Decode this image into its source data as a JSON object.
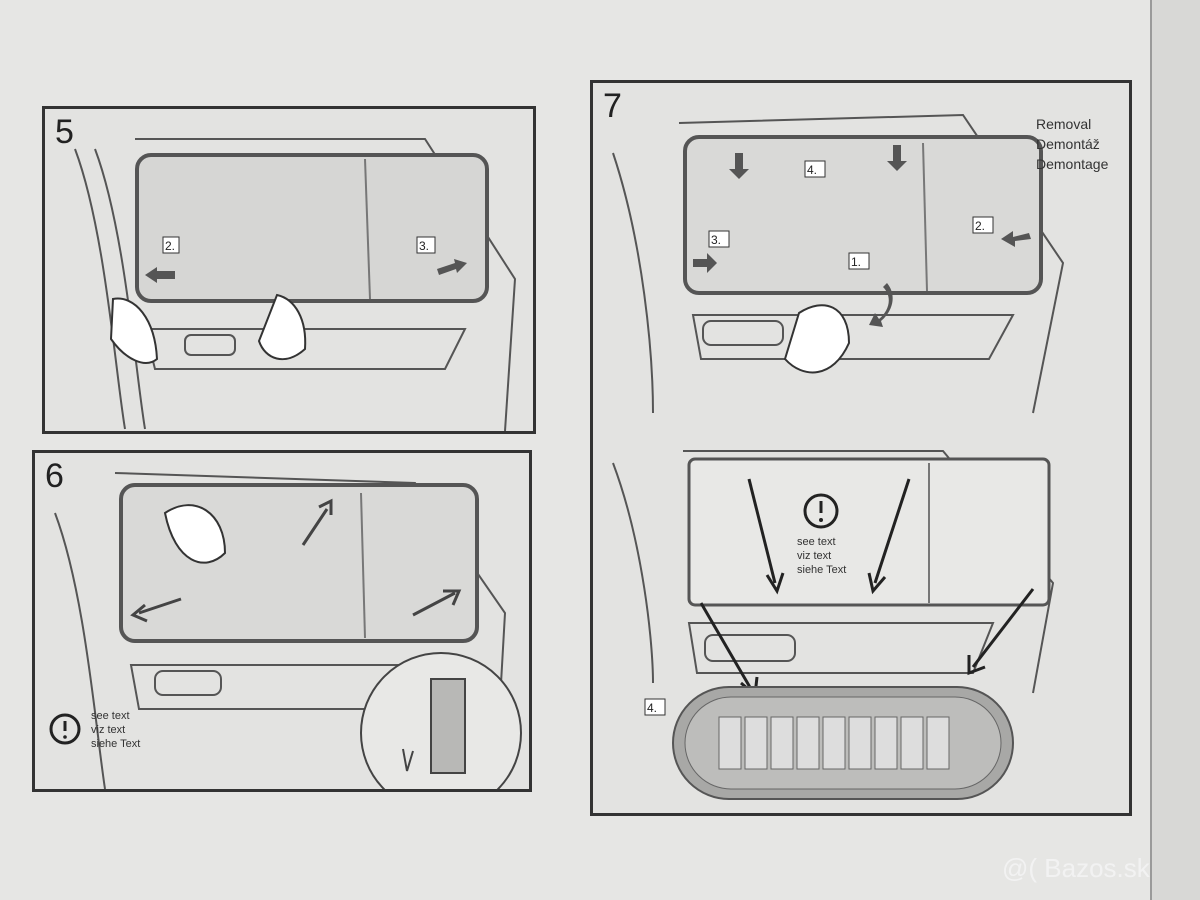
{
  "panels": {
    "p5": {
      "number": "5",
      "steps": [
        "2.",
        "3."
      ]
    },
    "p6": {
      "number": "6",
      "note": [
        "see text",
        "viz text",
        "siehe Text"
      ]
    },
    "p7": {
      "number": "7",
      "steps": [
        "4.",
        "3.",
        "2.",
        "1."
      ],
      "heading": [
        "Removal",
        "Demontáž",
        "Demontage"
      ]
    },
    "p8": {
      "note": [
        "see text",
        "viz text",
        "siehe Text"
      ],
      "step": "4."
    }
  },
  "watermark": "@( Bazos.sk",
  "icons": [
    "warning-circle-icon",
    "arrow-icon",
    "hand-icon"
  ]
}
